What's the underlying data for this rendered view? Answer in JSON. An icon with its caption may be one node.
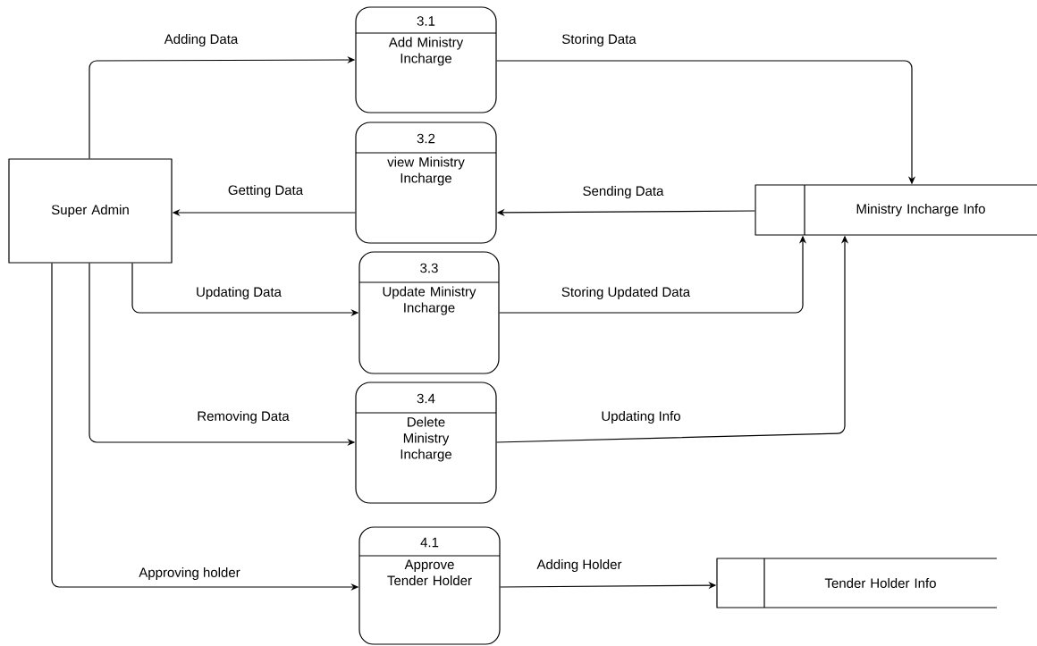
{
  "diagram": {
    "nodes": [
      {
        "text": [
          "Super Admin"
        ]
      },
      {
        "text": [
          "3.1",
          "Add Ministry Incharge"
        ]
      },
      {
        "text": [
          "3.2",
          "view Ministry Incharge"
        ]
      },
      {
        "text": [
          "3.3",
          "Update Ministry Incharge"
        ]
      },
      {
        "text": [
          "3.4",
          "Delete Ministry Incharge"
        ]
      },
      {
        "text": [
          "4.1",
          "Approve Tender Holder"
        ]
      },
      {
        "text": [
          "Ministry Incharge Info"
        ]
      },
      {
        "text": [
          "Tender Holder Info"
        ]
      }
    ],
    "edges": [
      {
        "from": 0,
        "to": 1,
        "arrow": "to",
        "label": "Adding Data"
      },
      {
        "from": 2,
        "to": 0,
        "arrow": "to",
        "label": "Getting Data"
      },
      {
        "from": 0,
        "to": 3,
        "arrow": "to",
        "label": "Updating Data"
      },
      {
        "from": 0,
        "to": 4,
        "arrow": "to",
        "label": "Removing Data"
      },
      {
        "from": 0,
        "to": 5,
        "arrow": "to",
        "label": "Approving holder"
      },
      {
        "from": 1,
        "to": 6,
        "arrow": "to",
        "label": "Storing Data"
      },
      {
        "from": 6,
        "to": 2,
        "arrow": "to",
        "label": "Sending Data"
      },
      {
        "from": 3,
        "to": 6,
        "arrow": "to",
        "label": "Storing Updated Data"
      },
      {
        "from": 4,
        "to": 6,
        "arrow": "to",
        "label": "Updating Info"
      },
      {
        "from": 5,
        "to": 7,
        "arrow": "to",
        "label": "Adding Holder"
      }
    ]
  }
}
